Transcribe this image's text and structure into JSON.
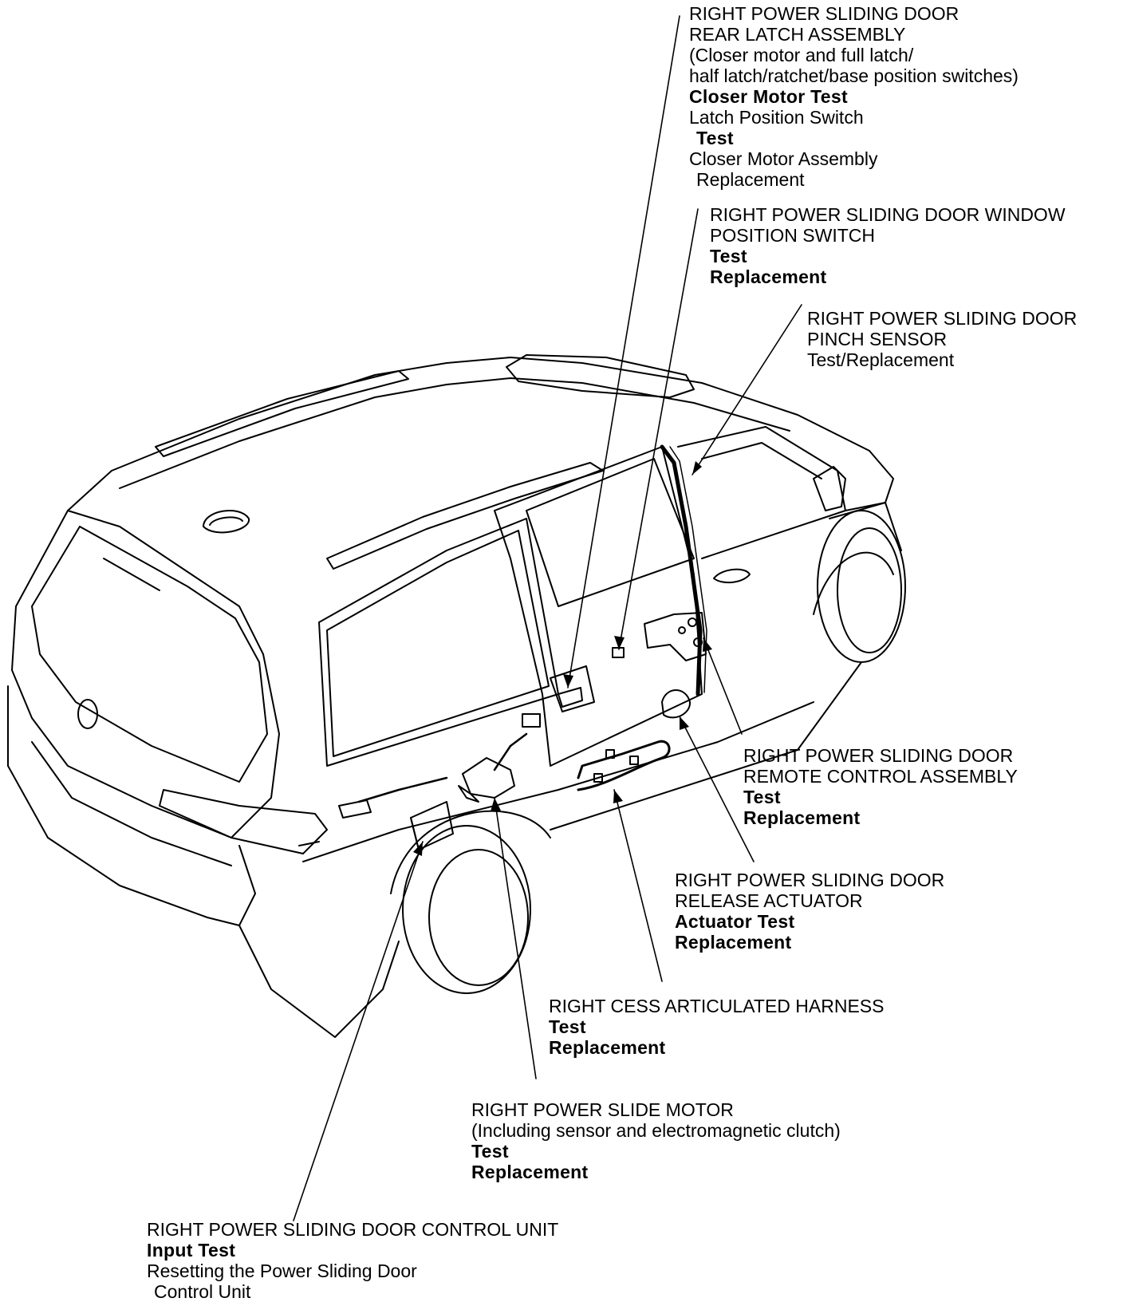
{
  "diagram": {
    "components": [
      {
        "id": "rear-latch",
        "lines": [
          {
            "text": "RIGHT POWER SLIDING DOOR",
            "bold": false
          },
          {
            "text": "REAR LATCH ASSEMBLY",
            "bold": false
          },
          {
            "text": "(Closer motor and full latch/",
            "bold": false
          },
          {
            "text": "half latch/ratchet/base position switches)",
            "bold": false
          },
          {
            "text": "Closer Motor Test",
            "bold": true
          },
          {
            "text": "Latch Position Switch",
            "bold": false
          },
          {
            "text": "Test",
            "bold": true,
            "indent": true
          },
          {
            "text": "Closer Motor Assembly",
            "bold": false
          },
          {
            "text": "Replacement",
            "bold": false,
            "indent": true
          }
        ]
      },
      {
        "id": "window-switch",
        "lines": [
          {
            "text": "RIGHT POWER SLIDING DOOR WINDOW",
            "bold": false
          },
          {
            "text": "POSITION SWITCH",
            "bold": false
          },
          {
            "text": "Test",
            "bold": true
          },
          {
            "text": "Replacement",
            "bold": true
          }
        ]
      },
      {
        "id": "pinch-sensor",
        "lines": [
          {
            "text": "RIGHT POWER SLIDING DOOR",
            "bold": false
          },
          {
            "text": "PINCH SENSOR",
            "bold": false
          },
          {
            "text": "Test/Replacement",
            "bold": false
          }
        ]
      },
      {
        "id": "remote-control",
        "lines": [
          {
            "text": "RIGHT POWER SLIDING DOOR",
            "bold": false
          },
          {
            "text": "REMOTE CONTROL ASSEMBLY",
            "bold": false
          },
          {
            "text": "Test",
            "bold": true
          },
          {
            "text": "Replacement",
            "bold": true
          }
        ]
      },
      {
        "id": "release-actuator",
        "lines": [
          {
            "text": "RIGHT POWER SLIDING DOOR",
            "bold": false
          },
          {
            "text": "RELEASE ACTUATOR",
            "bold": false
          },
          {
            "text": "Actuator Test",
            "bold": true
          },
          {
            "text": "Replacement",
            "bold": true
          }
        ]
      },
      {
        "id": "cess-harness",
        "lines": [
          {
            "text": "RIGHT CESS ARTICULATED HARNESS",
            "bold": false
          },
          {
            "text": "Test",
            "bold": true
          },
          {
            "text": "Replacement",
            "bold": true
          }
        ]
      },
      {
        "id": "slide-motor",
        "lines": [
          {
            "text": "RIGHT POWER SLIDE MOTOR",
            "bold": false
          },
          {
            "text": "(Including sensor and electromagnetic clutch)",
            "bold": false
          },
          {
            "text": "Test",
            "bold": true
          },
          {
            "text": "Replacement",
            "bold": true
          }
        ]
      },
      {
        "id": "control-unit",
        "lines": [
          {
            "text": "RIGHT POWER SLIDING DOOR CONTROL UNIT",
            "bold": false
          },
          {
            "text": "Input Test",
            "bold": true
          },
          {
            "text": "Resetting the Power Sliding Door",
            "bold": false
          },
          {
            "text": "Control Unit",
            "bold": false,
            "indent": true
          }
        ]
      }
    ]
  }
}
